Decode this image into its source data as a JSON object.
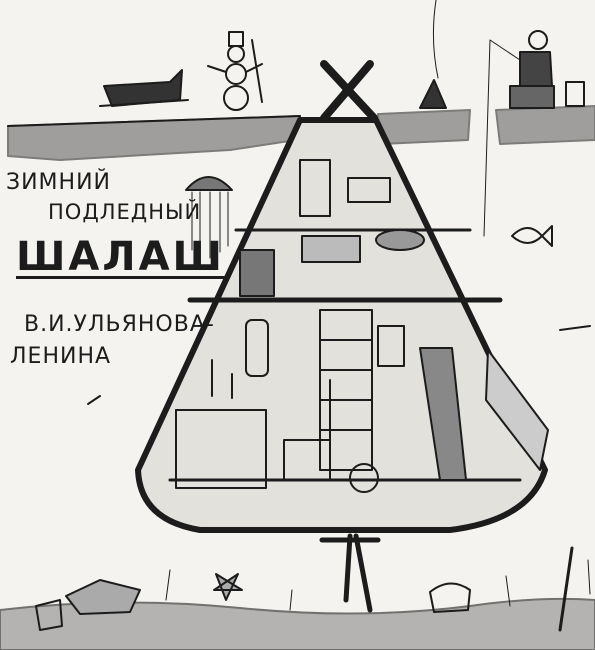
{
  "heading": {
    "line1": "ЗИМНИЙ",
    "line2": "ПОДЛЕДНЫЙ",
    "line3": "ШАЛАШ",
    "author_line1": "В.И.УЛЬЯНОВА-",
    "author_line2": "ЛЕНИНА"
  },
  "colors": {
    "paper": "#f4f3ef",
    "ink": "#1c1c1c",
    "ice": "#5a5a5a"
  },
  "figures": [
    "sled",
    "snowman",
    "campfire",
    "fisherman",
    "hut",
    "fish",
    "starfish",
    "jellyfish"
  ]
}
